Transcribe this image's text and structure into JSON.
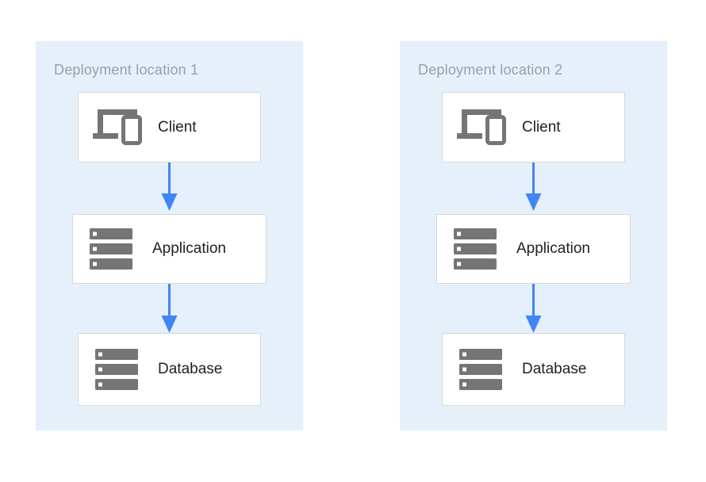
{
  "colors": {
    "panel_bg": "#e5f0fb",
    "box_bg": "#ffffff",
    "box_border": "#d8d8d8",
    "icon_gray": "#757575",
    "title_gray": "#9aa0a6",
    "label_dark": "#212121",
    "arrow_blue": "#4285f4",
    "page_bg": "#ffffff"
  },
  "diagram": {
    "type": "architecture-flow",
    "panels": [
      {
        "title": "Deployment location 1",
        "nodes": [
          {
            "label": "Client",
            "icon": "client-devices-icon"
          },
          {
            "label": "Application",
            "icon": "server-stack-icon"
          },
          {
            "label": "Database",
            "icon": "server-stack-icon"
          }
        ],
        "connections": [
          {
            "from": "Client",
            "to": "Application",
            "style": "arrow-down"
          },
          {
            "from": "Application",
            "to": "Database",
            "style": "arrow-down"
          }
        ]
      },
      {
        "title": "Deployment location 2",
        "nodes": [
          {
            "label": "Client",
            "icon": "client-devices-icon"
          },
          {
            "label": "Application",
            "icon": "server-stack-icon"
          },
          {
            "label": "Database",
            "icon": "server-stack-icon"
          }
        ],
        "connections": [
          {
            "from": "Client",
            "to": "Application",
            "style": "arrow-down"
          },
          {
            "from": "Application",
            "to": "Database",
            "style": "arrow-down"
          }
        ]
      }
    ]
  }
}
